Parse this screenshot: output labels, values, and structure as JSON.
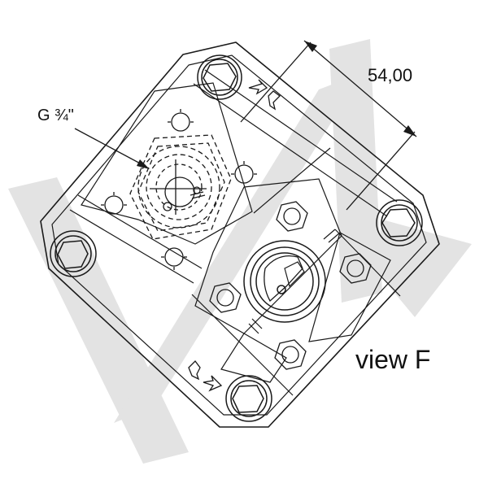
{
  "drawing": {
    "dimension_label": "54,00",
    "thread_label": "G ¾\"",
    "view_label": "view F"
  },
  "colors": {
    "line": "#1a1a1a",
    "watermark": "#e3e3e3",
    "background": "#ffffff"
  },
  "icons": {
    "watermark": "gray-logo-watermark",
    "bolt": "hex-socket-bolt",
    "rotation": "rotation-arrow"
  }
}
